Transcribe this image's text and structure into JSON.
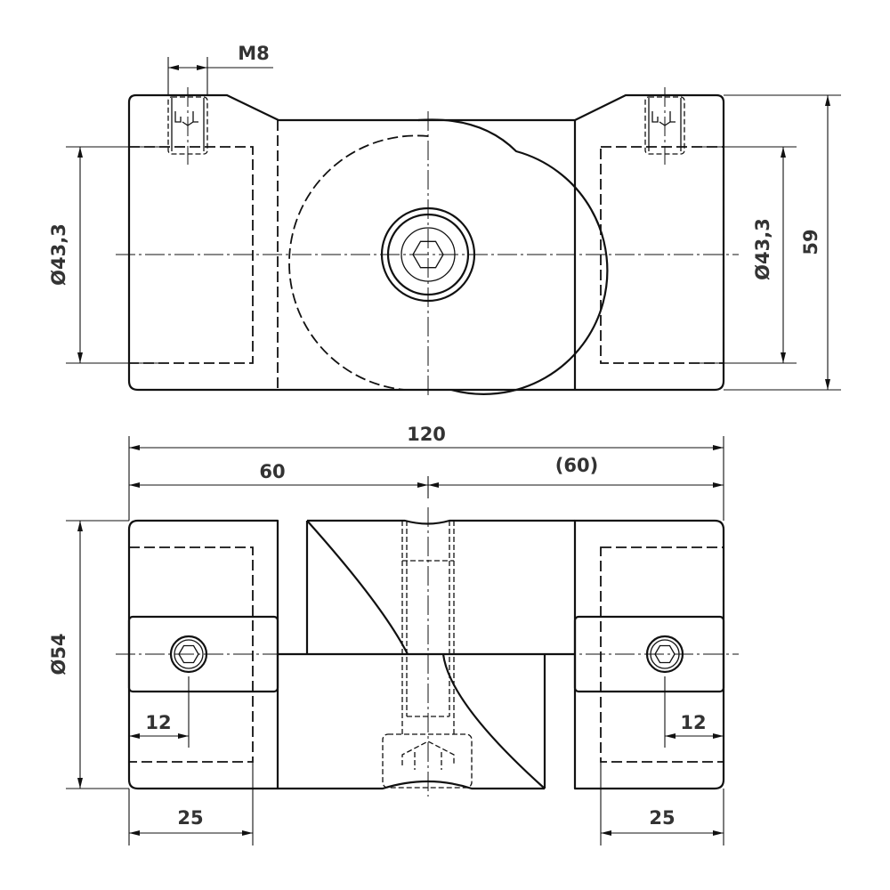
{
  "drawing": {
    "top_view": {
      "thread_label": "M8",
      "bore_left_label": "Ø43,3",
      "bore_right_label": "Ø43,3",
      "height_label": "59"
    },
    "front_view": {
      "overall_width_label": "120",
      "half_width_label": "60",
      "half_width_ref_label": "(60)",
      "diameter_label": "Ø54",
      "screw_offset_left_label": "12",
      "screw_offset_right_label": "12",
      "block_width_left_label": "25",
      "block_width_right_label": "25"
    }
  }
}
